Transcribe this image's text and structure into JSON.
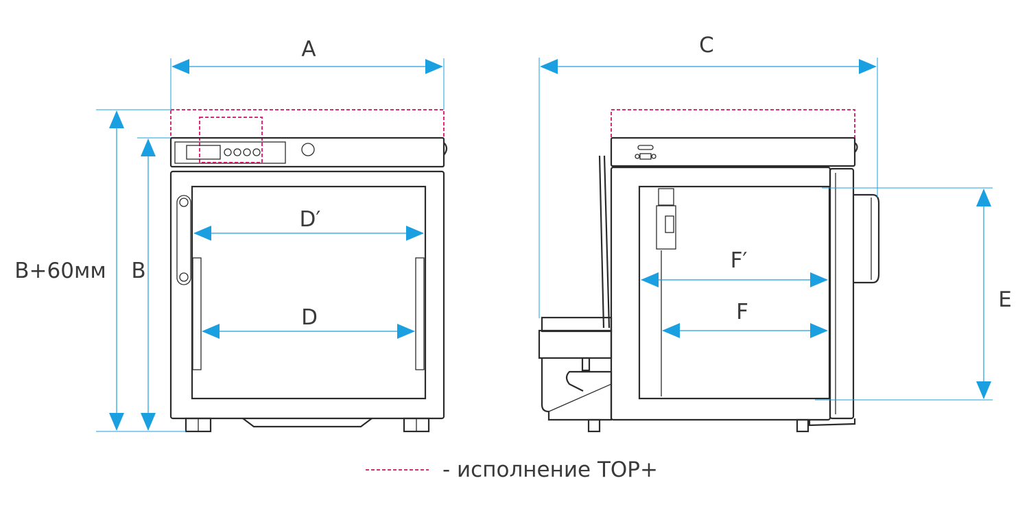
{
  "labels": {
    "A": "A",
    "C": "C",
    "B_plus": "B+60мм",
    "B": "B",
    "D_prime": "D′",
    "D": "D",
    "F_prime": "F′",
    "F": "F",
    "E": "E"
  },
  "legend": {
    "text": "- исполнение TOP+"
  },
  "colors": {
    "dimension": "#1aa0e0",
    "top_plus": "#e0287a",
    "outline": "#2b2b2b"
  }
}
